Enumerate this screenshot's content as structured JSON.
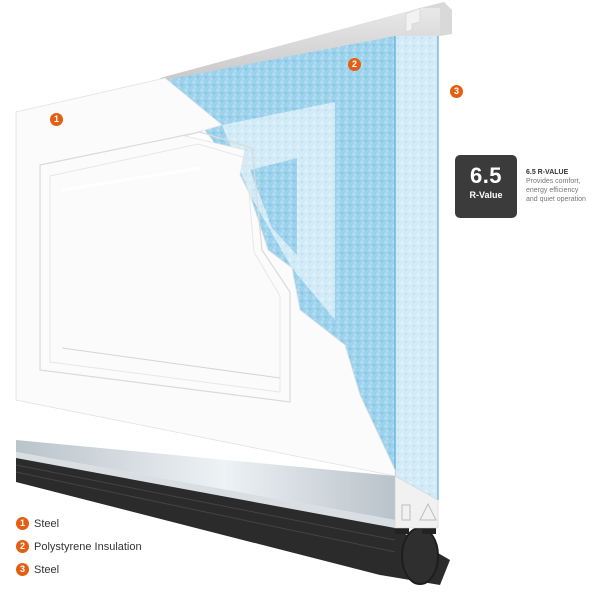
{
  "colors": {
    "accent": "#e35f14",
    "badge_bg": "#3b3b3b",
    "steel": "#fbfbfb",
    "insulation": "#8fcbe8",
    "insulation_light": "#cbe7f5",
    "seal": "#2a2a2a",
    "rail": "#c9d2d8"
  },
  "callouts": [
    {
      "number": "1",
      "layer": "Steel"
    },
    {
      "number": "2",
      "layer": "Polystyrene Insulation"
    },
    {
      "number": "3",
      "layer": "Steel"
    }
  ],
  "r_value": {
    "badge_number": "6.5",
    "badge_label": "R-Value",
    "heading": "6.5 R-VALUE",
    "description_lines": [
      "Provides comfort,",
      "energy efficiency",
      "and quiet operation"
    ]
  },
  "legend": {
    "items": [
      {
        "number": "1",
        "label": "Steel"
      },
      {
        "number": "2",
        "label": "Polystyrene Insulation"
      },
      {
        "number": "3",
        "label": "Steel"
      }
    ]
  }
}
